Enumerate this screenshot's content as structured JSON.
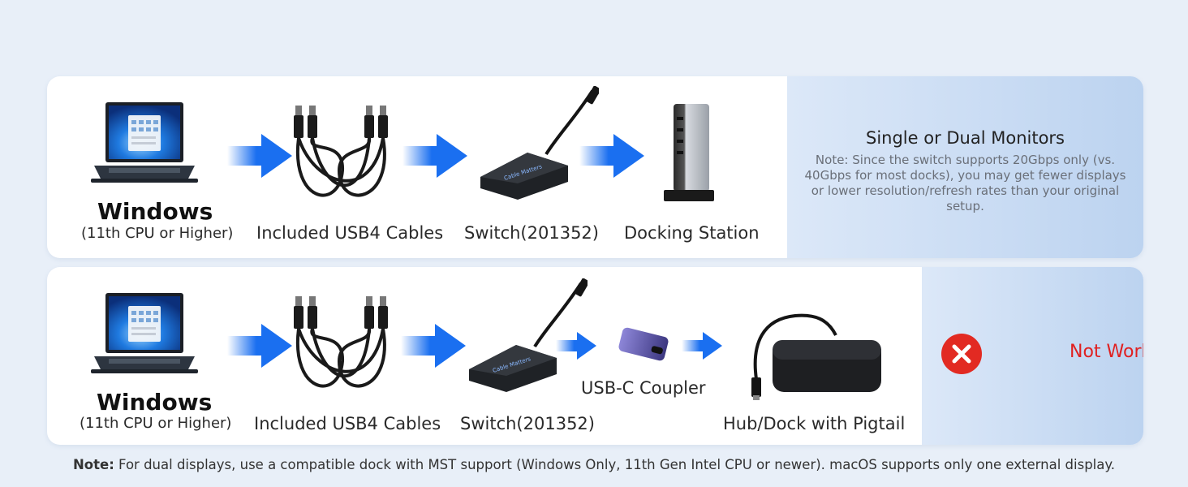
{
  "colors": {
    "arrow": "#1a6ff0",
    "not_working": "#e02020",
    "panel": "#bcd3f0"
  },
  "row1": {
    "os_name": "Windows",
    "os_req": "(11th CPU or Higher)",
    "cables_label": "Included USB4 Cables",
    "switch_label": "Switch(201352)",
    "dock_label": "Docking Station",
    "switch_brand": "Cable Matters",
    "side_title": "Single or Dual Monitors",
    "side_note": "Note: Since the switch supports 20Gbps only (vs. 40Gbps for most docks), you may get fewer displays or lower resolution/refresh rates than your original setup."
  },
  "row2": {
    "os_name": "Windows",
    "os_req": "(11th CPU or Higher)",
    "cables_label": "Included USB4 Cables",
    "switch_label": "Switch(201352)",
    "coupler_label": "USB-C Coupler",
    "hub_label": "Hub/Dock with Pigtail",
    "switch_brand": "Cable Matters",
    "status_icon": "x-circle-icon",
    "status_text": "Not Working"
  },
  "footnote": {
    "label": "Note:",
    "text": "For dual displays, use a compatible dock with MST support (Windows Only, 11th Gen Intel CPU or newer). macOS supports only one external display."
  }
}
